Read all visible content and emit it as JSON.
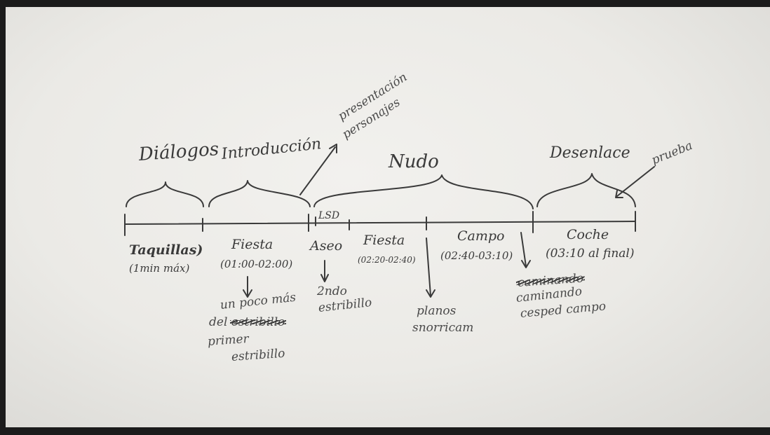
{
  "sections": {
    "dialogos": "Diálogos",
    "introduccion": "Introducción",
    "nudo": "Nudo",
    "desenlace": "Desenlace"
  },
  "notes": {
    "presentacion_line1": "presentación",
    "presentacion_line2": "personajes",
    "prueba": "prueba",
    "lsd": "LSD"
  },
  "segments": [
    {
      "name": "Taquillas)",
      "time": "(1min máx)"
    },
    {
      "name": "Fiesta",
      "time": "(01:00-02:00)"
    },
    {
      "name": "Aseo",
      "time": ""
    },
    {
      "name": "Fiesta",
      "time": "(02:20-02:40)"
    },
    {
      "name": "Campo",
      "time": "(02:40-03:10)"
    },
    {
      "name": "Coche",
      "time": "(03:10 al final)"
    }
  ],
  "annotations": {
    "fiesta1": {
      "line1": "un poco más",
      "line2": "del",
      "line2_struck": "estribillo",
      "line3": "primer",
      "line4": "estribillo"
    },
    "aseo": {
      "line1": "2ndo",
      "line2": "estribillo"
    },
    "fiesta2": {
      "line1": "planos",
      "line2": "snorricam"
    },
    "campo": {
      "struck": "caminando",
      "line1": "caminando",
      "line2": "cesped campo"
    }
  },
  "colors": {
    "ink": "#3a3a3a",
    "paper": "#efeeeb"
  }
}
